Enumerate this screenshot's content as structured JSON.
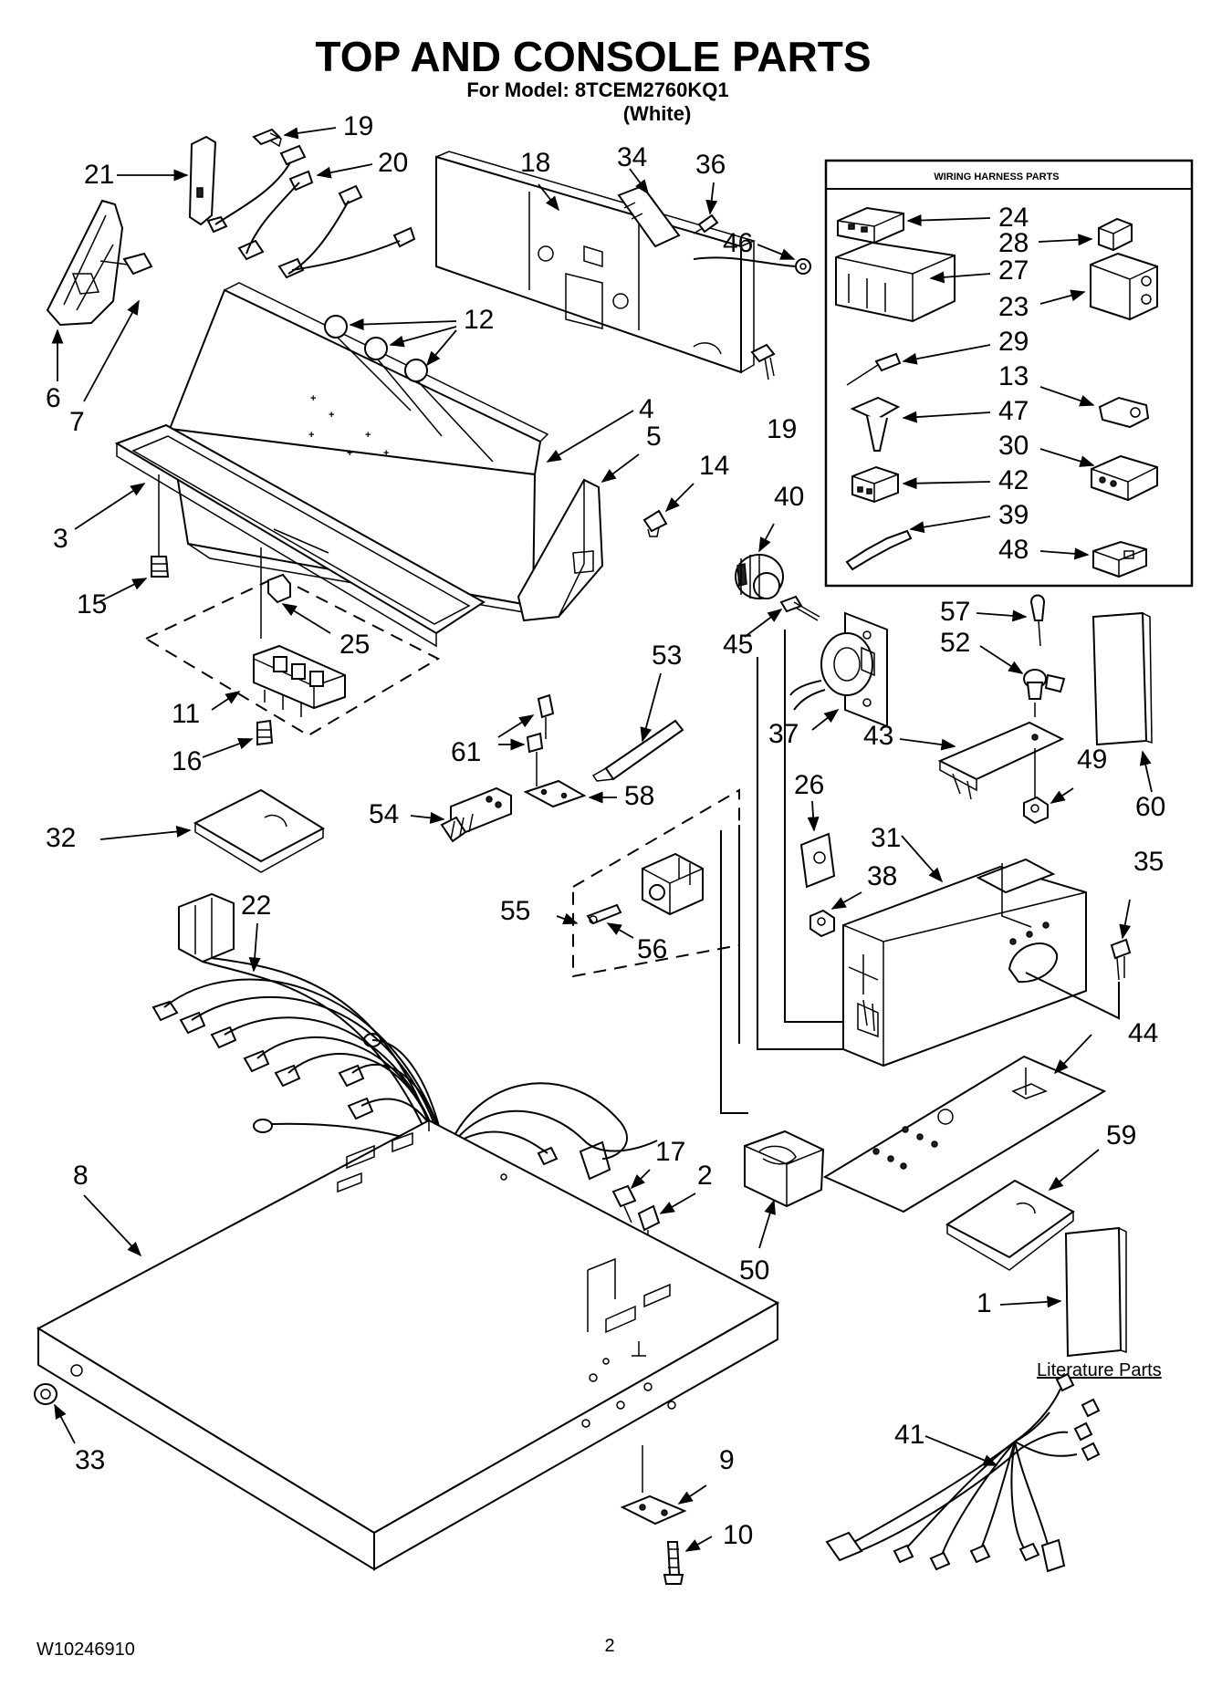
{
  "header": {
    "title": "TOP AND CONSOLE PARTS",
    "model_line": "For Model: 8TCEM2760KQ1",
    "color_line": "(White)"
  },
  "wiring_box": {
    "title": "WIRING HARNESS PARTS",
    "callouts": [
      "24",
      "28",
      "27",
      "23",
      "29",
      "13",
      "47",
      "30",
      "42",
      "39",
      "48"
    ]
  },
  "callouts": {
    "c19a": "19",
    "c20": "20",
    "c21": "21",
    "c18": "18",
    "c34": "34",
    "c36": "36",
    "c46": "46",
    "c12": "12",
    "c6": "6",
    "c7": "7",
    "c19b": "19",
    "c4": "4",
    "c5": "5",
    "c14": "14",
    "c3": "3",
    "c40": "40",
    "c15": "15",
    "c25": "25",
    "c57": "57",
    "c52": "52",
    "c45": "45",
    "c53": "53",
    "c11": "11",
    "c37": "37",
    "c43": "43",
    "c49": "49",
    "c60": "60",
    "c61": "61",
    "c16": "16",
    "c58": "58",
    "c54": "54",
    "c26": "26",
    "c32": "32",
    "c31": "31",
    "c35": "35",
    "c38": "38",
    "c22": "22",
    "c55": "55",
    "c56": "56",
    "c44": "44",
    "c59": "59",
    "c17": "17",
    "c2": "2",
    "c8": "8",
    "c50": "50",
    "c1": "1",
    "c33": "33",
    "c41": "41",
    "c9": "9",
    "c10": "10"
  },
  "literature_label": "Literature Parts",
  "footer": {
    "doc_number": "W10246910",
    "page_number": "2"
  }
}
